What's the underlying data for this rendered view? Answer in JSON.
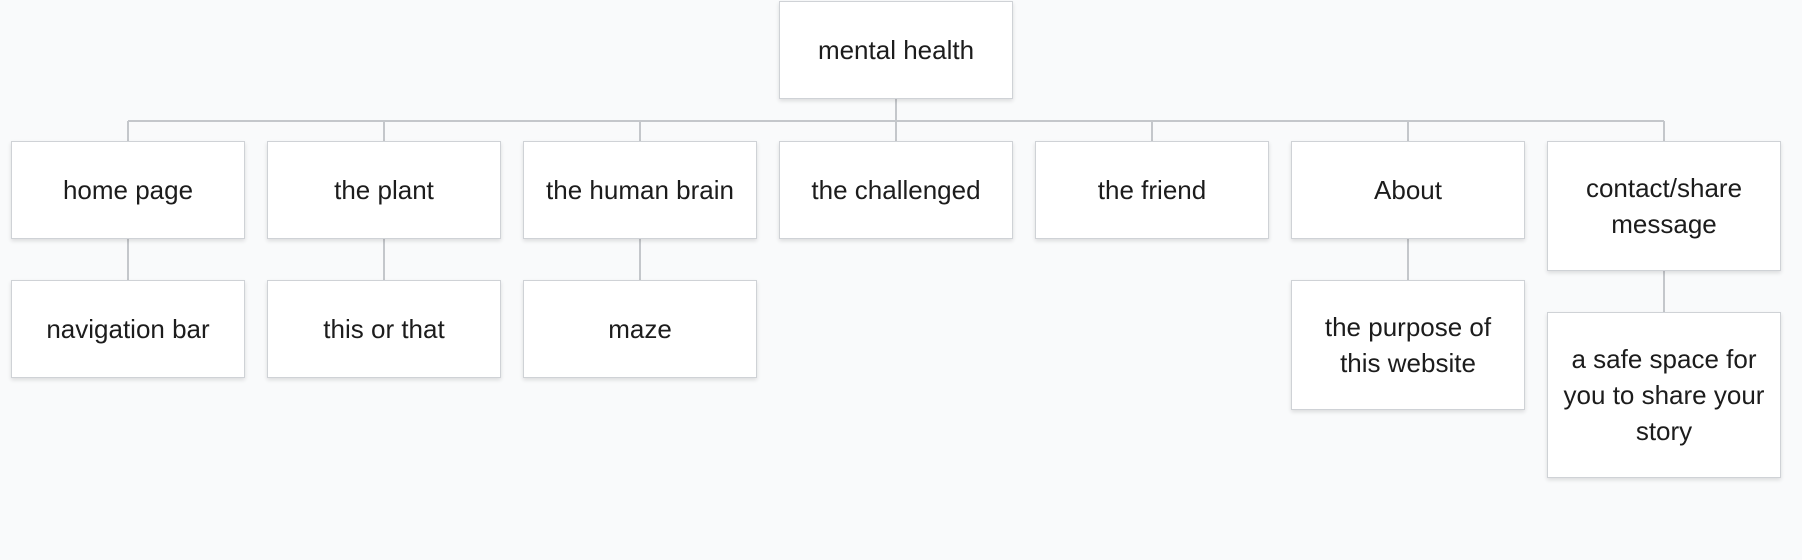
{
  "root": {
    "label": "mental health"
  },
  "pages": [
    {
      "label": "home page",
      "child": "navigation bar"
    },
    {
      "label": "the plant",
      "child": "this or that"
    },
    {
      "label": "the human brain",
      "child": "maze"
    },
    {
      "label": "the challenged",
      "child": null
    },
    {
      "label": "the friend",
      "child": null
    },
    {
      "label": "About",
      "child": "the purpose of this website"
    },
    {
      "label": "contact/share message",
      "child": "a safe space for you to share your story"
    }
  ],
  "colors": {
    "background": "#f9fafb",
    "node_fill": "#ffffff",
    "node_border": "#cfd2d6",
    "connector": "#c4c7cb",
    "text": "#1c1c1c"
  }
}
